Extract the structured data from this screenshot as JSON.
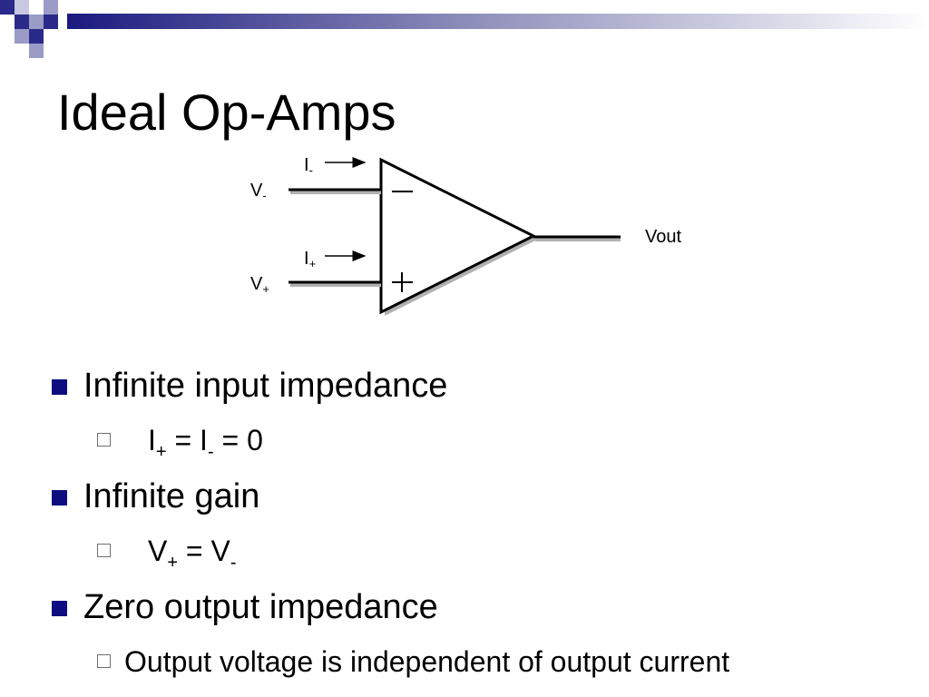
{
  "slide": {
    "title": "Ideal Op-Amps",
    "accent_color": "#0d0d80",
    "diagram": {
      "i_minus": {
        "base": "I",
        "sub": "-"
      },
      "i_plus": {
        "base": "I",
        "sub": "+"
      },
      "v_minus": {
        "base": "V",
        "sub": "-"
      },
      "v_plus": {
        "base": "V",
        "sub": "+"
      },
      "vout": "Vout",
      "minus_symbol": "minus",
      "plus_symbol": "plus"
    },
    "bullets": [
      {
        "text": "Infinite input impedance",
        "sub": {
          "parts": [
            {
              "t": "I"
            },
            {
              "s": "+"
            },
            {
              "t": " = I"
            },
            {
              "s": "-"
            },
            {
              "t": " = 0"
            }
          ]
        }
      },
      {
        "text": "Infinite gain",
        "sub": {
          "parts": [
            {
              "t": "V"
            },
            {
              "s": "+"
            },
            {
              "t": " = V"
            },
            {
              "s": "-"
            }
          ]
        }
      },
      {
        "text": "Zero output impedance",
        "sub": {
          "parts": [
            {
              "t": "Output voltage is independent of output current"
            }
          ]
        }
      }
    ]
  }
}
